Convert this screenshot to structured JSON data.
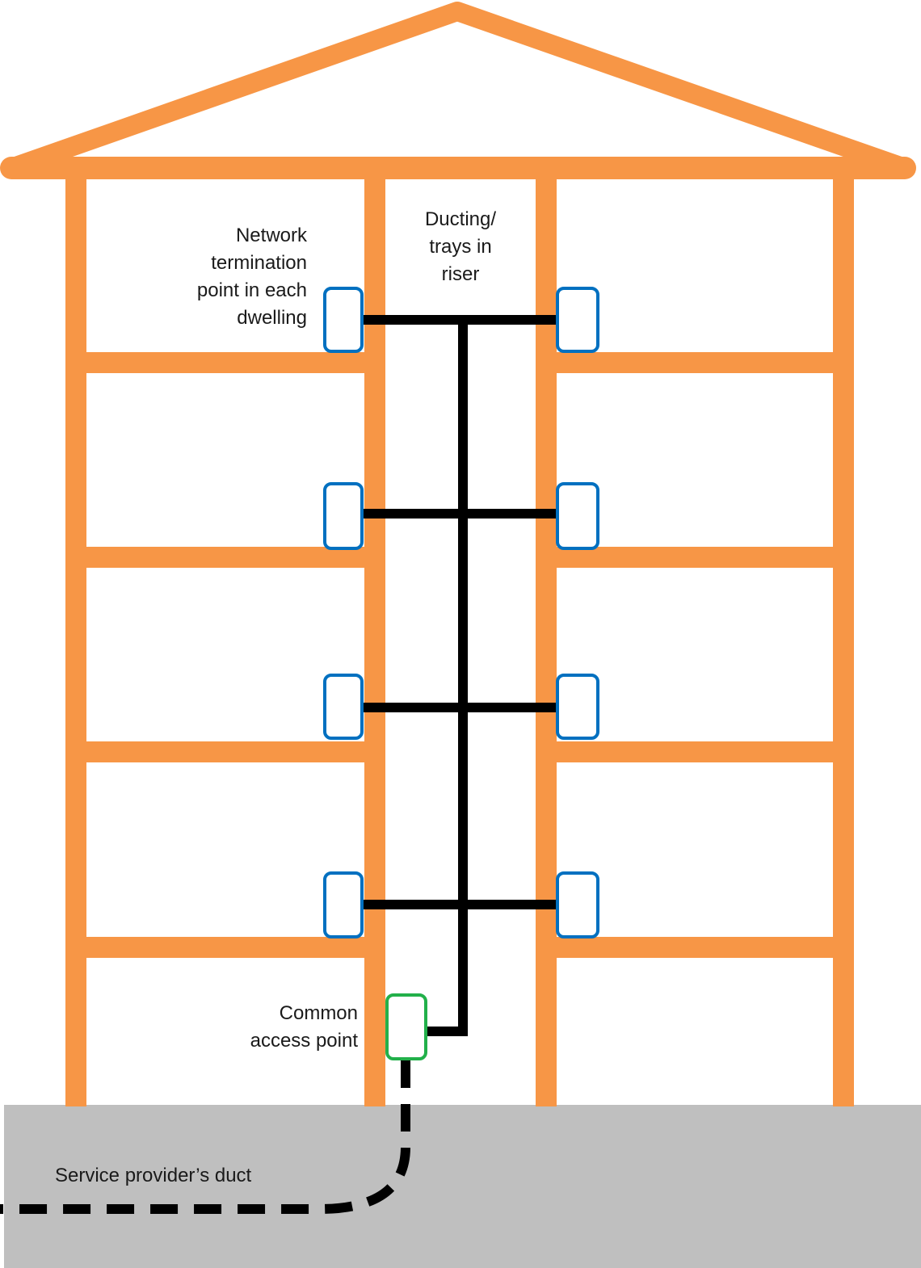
{
  "labels": {
    "network_termination": [
      "Network",
      "termination",
      "point in each",
      "dwelling"
    ],
    "ducting": [
      "Ducting/",
      "trays in",
      "riser"
    ],
    "common_access": [
      "Common",
      "access point"
    ],
    "service_duct": "Service provider’s duct"
  },
  "colors": {
    "structure": "#f79646",
    "ground": "#bfbfbf",
    "cable": "#000000",
    "termination_box": "#0070c0",
    "access_box": "#22b04a"
  },
  "floors_with_termination_points": 4
}
